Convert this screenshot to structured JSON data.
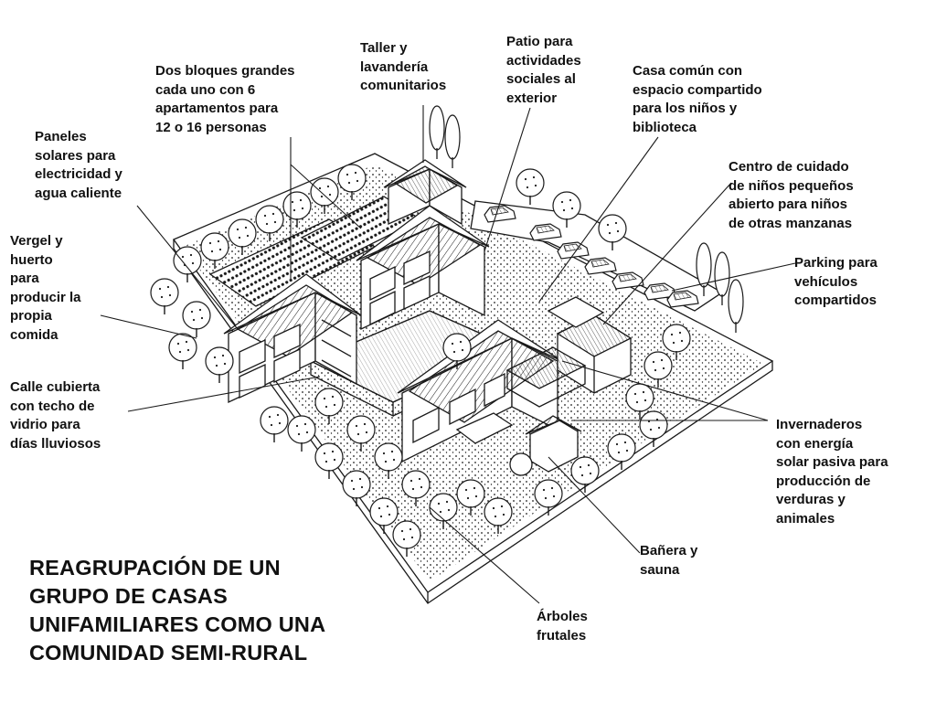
{
  "title": "REAGRUPACIÓN DE UN\nGRUPO DE CASAS\nUNIFAMILIARES COMO UNA\nCOMUNIDAD SEMI-RURAL",
  "labels": {
    "taller": "Taller y\nlavandería\ncomunitarios",
    "patio": "Patio para\nactividades\nsociales al\nexterior",
    "bloques": "Dos bloques grandes\ncada uno con 6\napartamentos para\n12 o 16 personas",
    "casa_comun": "Casa común con\nespacio compartido\npara los niños y\nbiblioteca",
    "paneles": "Paneles\nsolares para\nelectricidad y\nagua caliente",
    "centro": "Centro de cuidado\nde niños pequeños\nabierto para niños\nde otras manzanas",
    "vergel": "Vergel y\nhuerto\npara\nproducir la\npropia\ncomida",
    "parking": "Parking para\nvehículos\ncompartidos",
    "calle": "Calle cubierta\ncon techo de\nvidrio para\ndías lluviosos",
    "invernaderos": "Invernaderos\ncon energía\nsolar pasiva para\nproducción de\nverduras y\nanimales",
    "banera": "Bañera y\nsauna",
    "arboles": "Árboles\nfrutales"
  },
  "colors": {
    "ink": "#1a1a1a",
    "paper": "#ffffff",
    "shade": "#dcdcdc"
  }
}
